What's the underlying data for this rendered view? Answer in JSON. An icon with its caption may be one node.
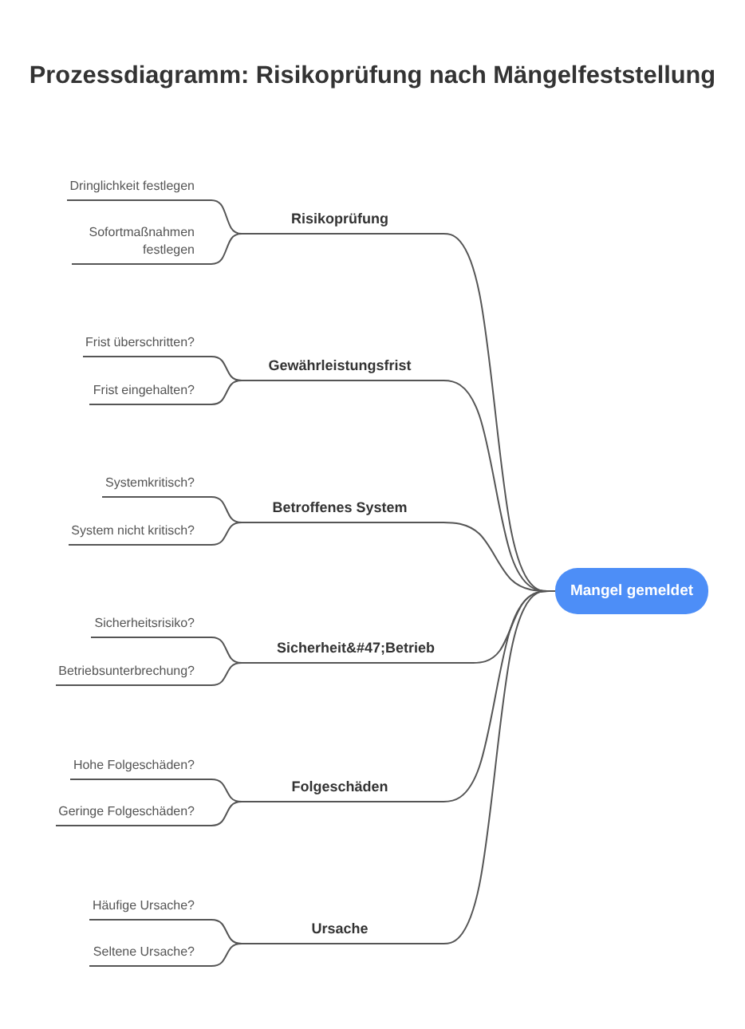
{
  "diagram": {
    "title": "Prozessdiagramm: Risikoprüfung nach Mängelfeststellung",
    "nodes": [
      {
        "text": [
          "Mangel gemeldet"
        ]
      },
      {
        "text": [
          "Risikoprüfung"
        ]
      },
      {
        "text": [
          "Dringlichkeit festlegen"
        ]
      },
      {
        "text": [
          "Sofortmaßnahmen festlegen"
        ]
      },
      {
        "text": [
          "Gewährleistungsfrist"
        ]
      },
      {
        "text": [
          "Frist überschritten?"
        ]
      },
      {
        "text": [
          "Frist eingehalten?"
        ]
      },
      {
        "text": [
          "Betroffenes System"
        ]
      },
      {
        "text": [
          "Systemkritisch?"
        ]
      },
      {
        "text": [
          "System nicht kritisch?"
        ]
      },
      {
        "text": [
          "Sicherheit&#47;Betrieb"
        ]
      },
      {
        "text": [
          "Sicherheitsrisiko?"
        ]
      },
      {
        "text": [
          "Betriebsunterbrechung?"
        ]
      },
      {
        "text": [
          "Folgeschäden"
        ]
      },
      {
        "text": [
          "Hohe Folgeschäden?"
        ]
      },
      {
        "text": [
          "Geringe Folgeschäden?"
        ]
      },
      {
        "text": [
          "Ursache"
        ]
      },
      {
        "text": [
          "Häufige Ursache?"
        ]
      },
      {
        "text": [
          "Seltene Ursache?"
        ]
      }
    ],
    "edges": [
      {
        "from": 0,
        "to": 1,
        "arrow": "none"
      },
      {
        "from": 1,
        "to": 2,
        "arrow": "none"
      },
      {
        "from": 1,
        "to": 3,
        "arrow": "none"
      },
      {
        "from": 0,
        "to": 4,
        "arrow": "none"
      },
      {
        "from": 4,
        "to": 5,
        "arrow": "none"
      },
      {
        "from": 4,
        "to": 6,
        "arrow": "none"
      },
      {
        "from": 0,
        "to": 7,
        "arrow": "none"
      },
      {
        "from": 7,
        "to": 8,
        "arrow": "none"
      },
      {
        "from": 7,
        "to": 9,
        "arrow": "none"
      },
      {
        "from": 0,
        "to": 10,
        "arrow": "none"
      },
      {
        "from": 10,
        "to": 11,
        "arrow": "none"
      },
      {
        "from": 10,
        "to": 12,
        "arrow": "none"
      },
      {
        "from": 0,
        "to": 13,
        "arrow": "none"
      },
      {
        "from": 13,
        "to": 14,
        "arrow": "none"
      },
      {
        "from": 13,
        "to": 15,
        "arrow": "none"
      },
      {
        "from": 0,
        "to": 16,
        "arrow": "none"
      },
      {
        "from": 16,
        "to": 17,
        "arrow": "none"
      },
      {
        "from": 16,
        "to": 18,
        "arrow": "none"
      }
    ]
  }
}
